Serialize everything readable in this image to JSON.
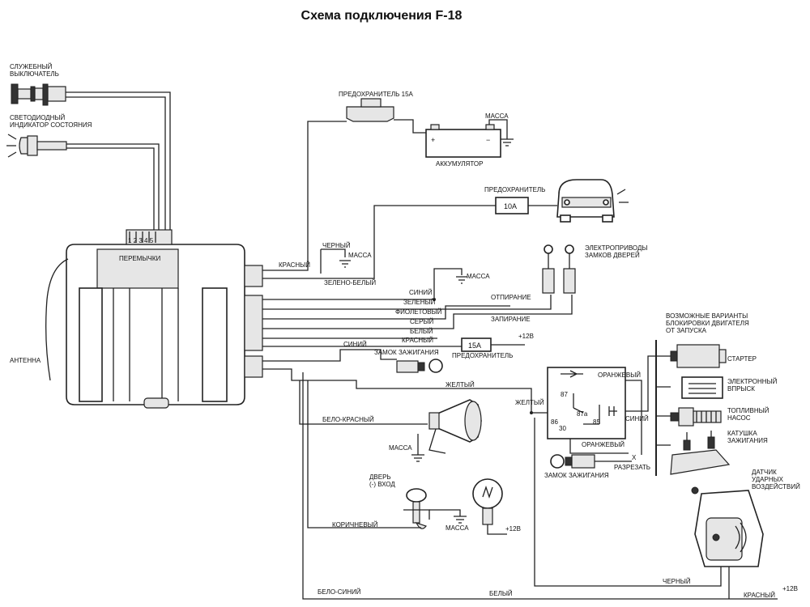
{
  "title": "Схема подключения F-18",
  "components": {
    "service_switch": [
      "СЛУЖЕБНЫЙ",
      "ВЫКЛЮЧАТЕЛЬ"
    ],
    "led": [
      "СВЕТОДИОДНЫЙ",
      "ИНДИКАТОР СОСТОЯНИЯ"
    ],
    "antenna": "АНТЕННА",
    "jumpers": "ПЕРЕМЫЧКИ",
    "jumper_numbers": "1 2 3 4 5",
    "fuse15_top": "ПРЕДОХРАНИТЕЛЬ 15А",
    "battery": "АККУМУЛЯТОР",
    "battery_plus": "+",
    "battery_minus": "−",
    "ground": "МАССА",
    "fuse_label": "ПРЕДОХРАНИТЕЛЬ",
    "fuse10": "10А",
    "door_actuators": [
      "ЭЛЕКТРОПРИВОДЫ",
      "ЗАМКОВ ДВЕРЕЙ"
    ],
    "unlock": "ОТПИРАНИЕ",
    "lock": "ЗАПИРАНИЕ",
    "fuse15": "15А",
    "plus12": "+12В",
    "ignition_lock": "ЗАМОК ЗАЖИГАНИЯ",
    "cut": "РАЗРЕЗАТЬ",
    "cut_mark": "X",
    "door_input": [
      "ДВЕРЬ",
      "(-) ВХОД"
    ],
    "immobilizer_options": [
      "ВОЗМОЖНЫЕ ВАРИАНТЫ",
      "БЛОКИРОВКИ ДВИГАТЕЛЯ",
      "ОТ ЗАПУСКА"
    ],
    "starter": "СТАРТЕР",
    "injection": [
      "ЭЛЕКТРОННЫЙ",
      "ВПРЫСК"
    ],
    "fuel_pump": [
      "ТОПЛИВНЫЙ",
      "НАСОС"
    ],
    "ignition_coil": [
      "КАТУШКА",
      "ЗАЖИГАНИЯ"
    ],
    "shock_sensor": [
      "ДАТЧИК",
      "УДАРНЫХ",
      "ВОЗДЕЙСТВИЙ"
    ],
    "relay_pins": {
      "p87": "87",
      "p87a": "87а",
      "p86": "86",
      "p85": "85",
      "p30": "30"
    }
  },
  "wires": {
    "red": "КРАСНЫЙ",
    "black": "ЧЕРНЫЙ",
    "green_white": "ЗЕЛЕНО-БЕЛЫЙ",
    "blue": "СИНИЙ",
    "green": "ЗЕЛЕНЫЙ",
    "violet": "ФИОЛЕТОВЫЙ",
    "grey": "СЕРЫЙ",
    "white": "БЕЛЫЙ",
    "yellow": "ЖЕЛТЫЙ",
    "orange": "ОРАНЖЕВЫЙ",
    "white_red": "БЕЛО-КРАСНЫЙ",
    "brown": "КОРИЧНЕВЫЙ",
    "white_blue": "БЕЛО-СИНИЙ"
  }
}
